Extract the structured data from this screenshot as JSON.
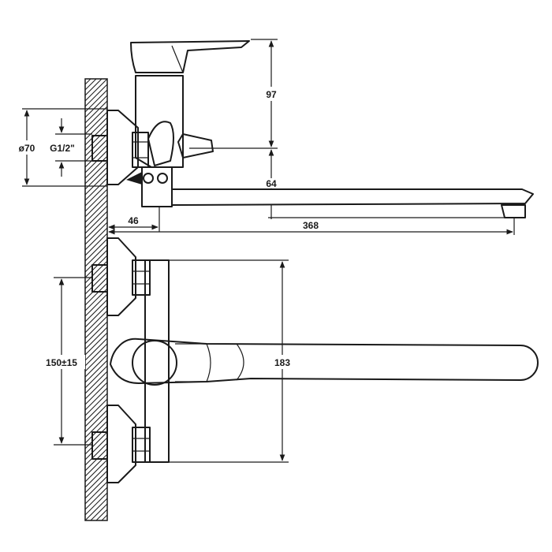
{
  "dimensions": {
    "handle_height": "97",
    "flange_diameter": "ø70",
    "thread": "G1/2\"",
    "spout_drop": "64",
    "wall_offset": "46",
    "spout_length": "368",
    "center_distance": "150±15",
    "body_height": "183"
  },
  "colors": {
    "line": "#1a1a1a",
    "background": "#ffffff"
  }
}
